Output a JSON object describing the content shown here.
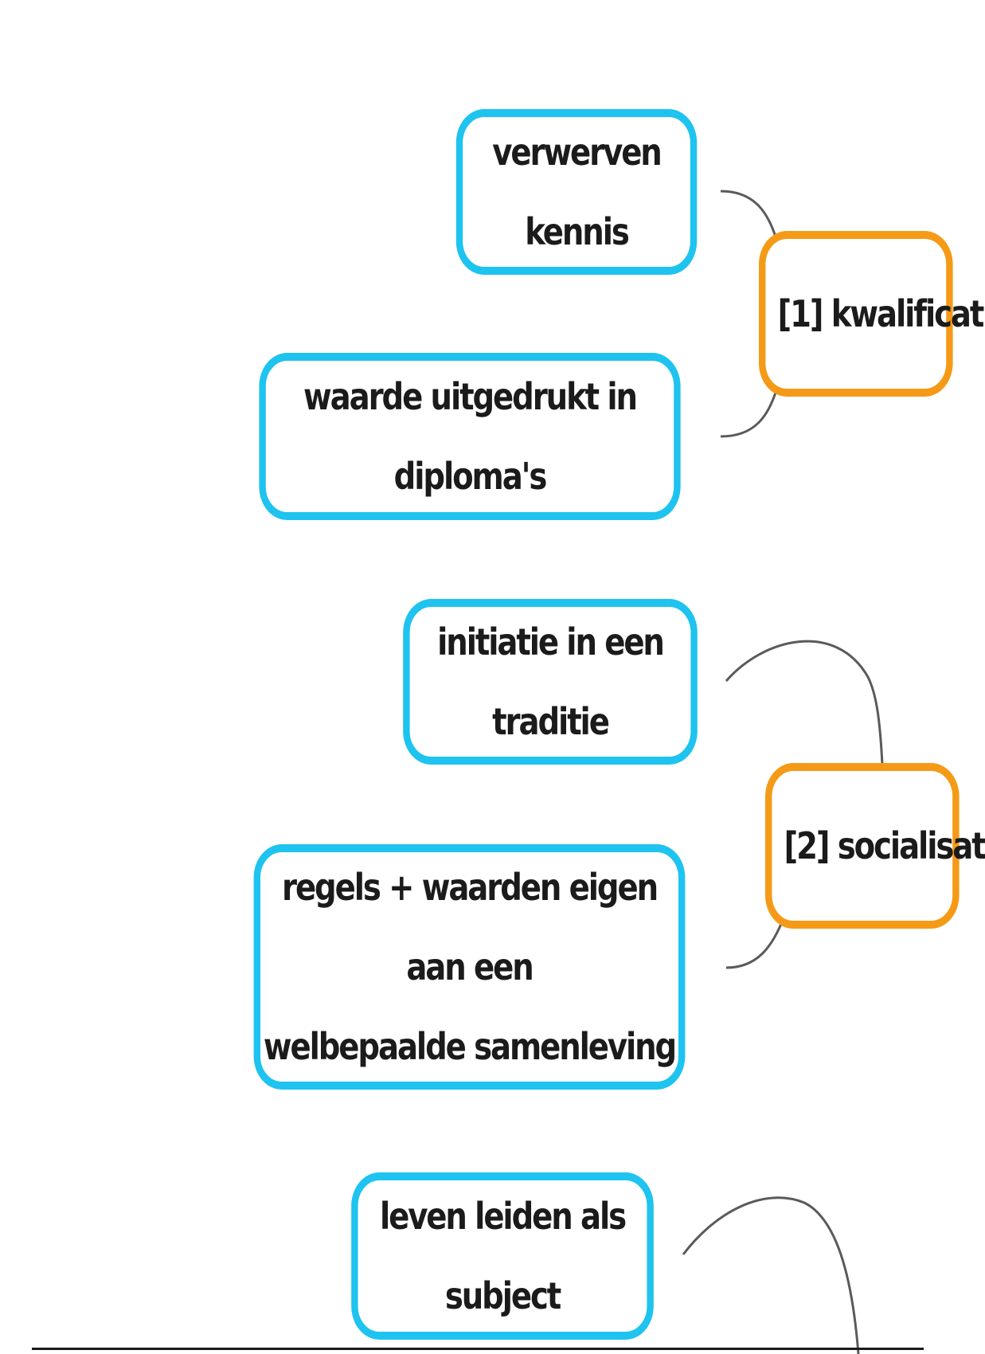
{
  "diagram": {
    "colors": {
      "leaf_border": "#1ec3ef",
      "hub_border": "#f59a17",
      "connector": "#5a5a5a",
      "text": "#1b1b1b"
    },
    "hubs": [
      {
        "id": "hub1",
        "label": "[1] kwalificat"
      },
      {
        "id": "hub2",
        "label": "[2] socialisat"
      }
    ],
    "nodes": [
      {
        "id": "n1",
        "label": "verwerven kennis",
        "parent": "hub1"
      },
      {
        "id": "n2",
        "label": "waarde uitgedrukt in diploma's",
        "parent": "hub1"
      },
      {
        "id": "n3",
        "label": "initiatie in een traditie",
        "parent": "hub2"
      },
      {
        "id": "n4",
        "lines": [
          "regels + waarden eigen aan een",
          "welbepaalde samenleving"
        ],
        "parent": "hub2"
      },
      {
        "id": "n5",
        "label": "leven leiden als subject",
        "parent": "hub3"
      }
    ]
  }
}
